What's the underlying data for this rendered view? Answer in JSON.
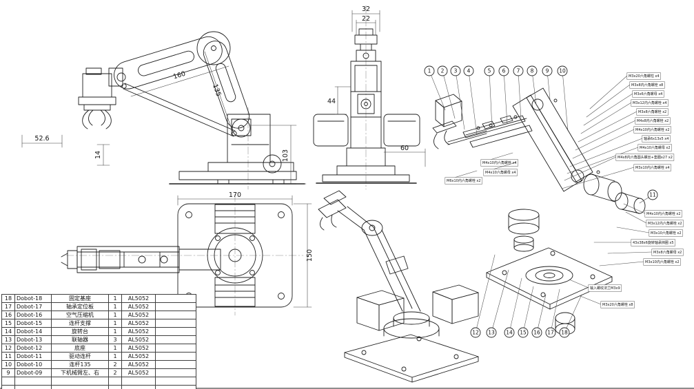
{
  "drawing": {
    "dimensions": {
      "side": {
        "arm_length": "160",
        "forearm_length": "135",
        "gripper_reach": "52.6",
        "plate_thickness": "14",
        "base_height": "103"
      },
      "front": {
        "top_outer": "32",
        "top_inner": "22",
        "column": "44",
        "base": "60"
      },
      "top": {
        "plate_width": "170",
        "plate_depth": "150"
      }
    },
    "balloons": [
      "1",
      "2",
      "3",
      "4",
      "5",
      "6",
      "7",
      "8",
      "9",
      "10",
      "11",
      "12",
      "13",
      "14",
      "15",
      "16",
      "17",
      "18"
    ],
    "callouts": [
      "M3x20六角螺柱 x4",
      "M3x8内六角螺栓 x8",
      "M3x6六角螺母 x4",
      "M3x12内六角螺栓 x4",
      "M3x8六角螺栓 x2",
      "M4x8内六角螺栓 x2",
      "M4x10内六角螺栓 x2",
      "轴承6x13x5 x4",
      "M4x10六角螺母 x2",
      "M4x8内六角圆头螺丝+垫圈x27 x2",
      "M3x10内六角螺栓 x4",
      "M4x10内六角螺栓 x2",
      "M3x12内六角螺栓 x2",
      "M3x10六角螺栓 x2",
      "43x38x6旋转轴承挡圈 x5",
      "M3x8六角螺母 x2",
      "M3x10内六角螺栓 x2",
      "输入螺纹法兰M3x9",
      "M3x20六角螺栓 x8",
      "M4x10内六角螺栓 x4",
      "M4x10六角螺母 x4",
      "M6x10内六角螺栓 x2"
    ],
    "bom": {
      "rows": [
        [
          "18",
          "Dobot-18",
          "固定基座",
          "1",
          "AL5052"
        ],
        [
          "17",
          "Dobot-17",
          "轴承定位板",
          "1",
          "AL5052"
        ],
        [
          "16",
          "Dobot-16",
          "空气压缩机",
          "1",
          "AL5052"
        ],
        [
          "15",
          "Dobot-15",
          "连杆支撑",
          "1",
          "AL5052"
        ],
        [
          "14",
          "Dobot-14",
          "旋转台",
          "1",
          "AL5052"
        ],
        [
          "13",
          "Dobot-13",
          "联轴器",
          "3",
          "AL5052"
        ],
        [
          "12",
          "Dobot-12",
          "底座",
          "1",
          "AL5052"
        ],
        [
          "11",
          "Dobot-11",
          "驱动连杆",
          "1",
          "AL5052"
        ],
        [
          "10",
          "Dobot-10",
          "连杆135",
          "2",
          "AL5052"
        ],
        [
          "9",
          "Dobot-09",
          "下机械臂左、右",
          "2",
          "AL5052"
        ]
      ]
    }
  }
}
